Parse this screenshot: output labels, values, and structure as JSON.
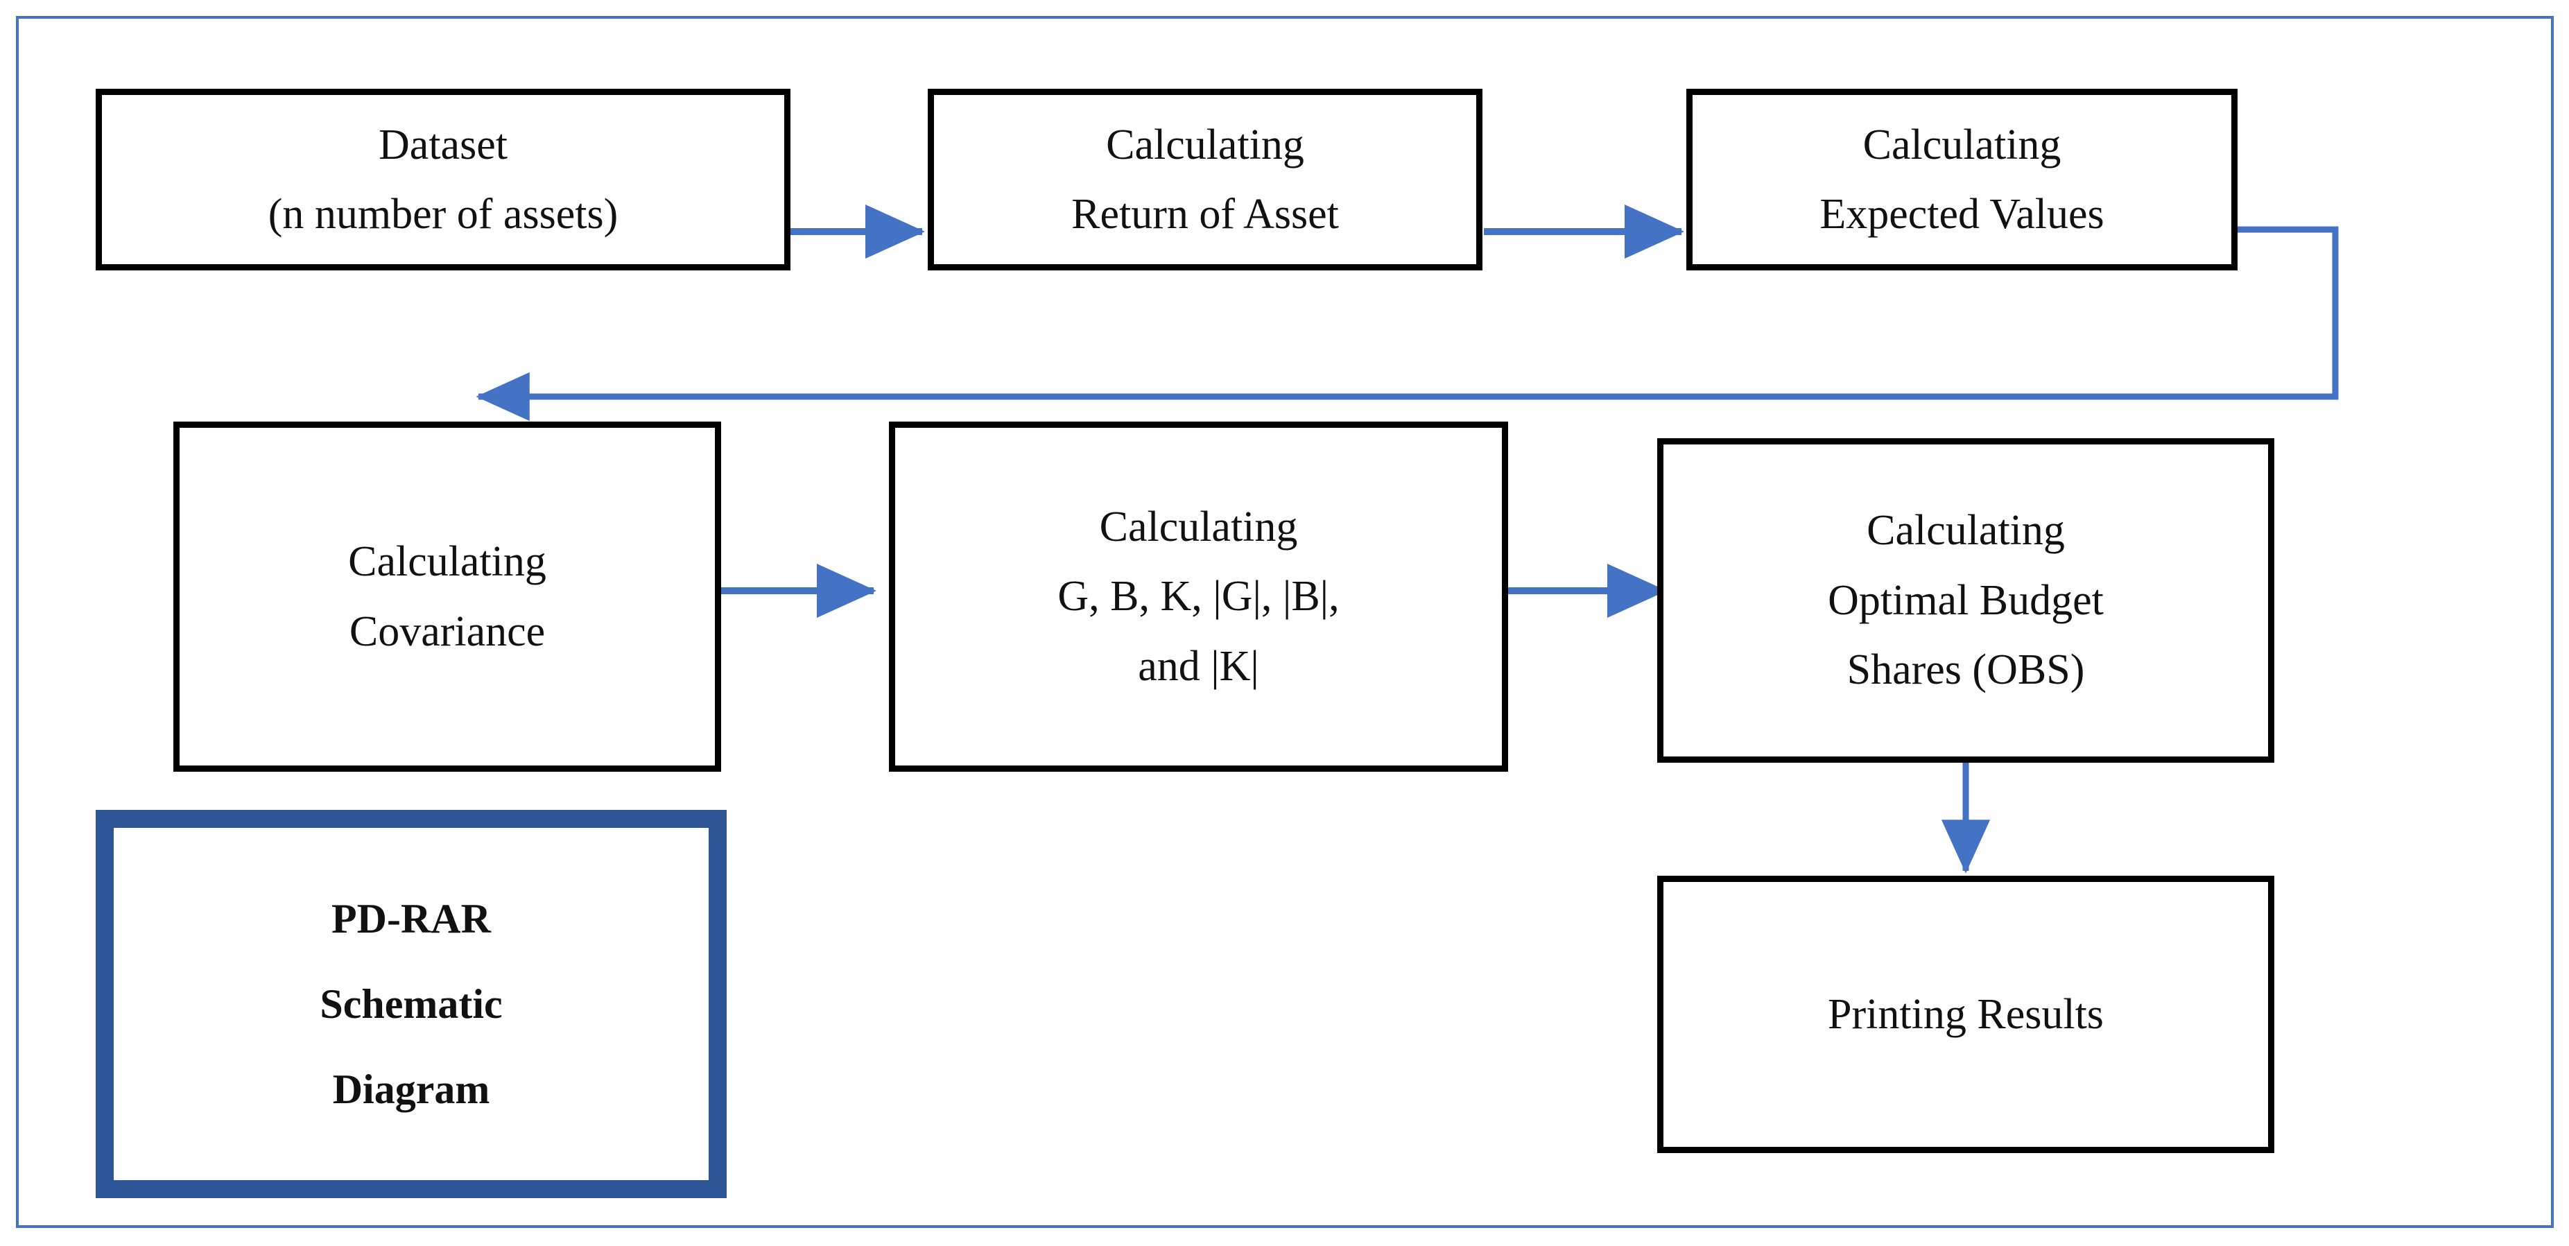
{
  "diagram": {
    "title": "PD-RAR Schematic Diagram",
    "frame_color": "#4472C4",
    "connector_color": "#4472C4",
    "node_border_color": "#000000",
    "legend_border_color": "#2E5596"
  },
  "nodes": [
    {
      "id": "dataset",
      "name": "dataset",
      "lines": [
        "Dataset",
        "(n number of assets)"
      ]
    },
    {
      "id": "return-of-asset",
      "name": "calculating-return-of-asset",
      "lines": [
        "Calculating",
        "Return of Asset"
      ]
    },
    {
      "id": "expected-values",
      "name": "calculating-expected-values",
      "lines": [
        "Calculating",
        "Expected Values"
      ]
    },
    {
      "id": "covariance",
      "name": "calculating-covariance",
      "lines": [
        "Calculating",
        "Covariance"
      ]
    },
    {
      "id": "gbk",
      "name": "calculating-g-b-k",
      "lines": [
        "Calculating",
        "G, B, K, |G|, |B|,",
        "and |K|"
      ]
    },
    {
      "id": "obs",
      "name": "calculating-optimal-budget-shares",
      "lines": [
        "Calculating",
        "Optimal Budget",
        "Shares (OBS)"
      ]
    },
    {
      "id": "printing-results",
      "name": "printing-results",
      "lines": [
        "Printing Results"
      ]
    }
  ],
  "legend": {
    "lines": [
      "PD-RAR",
      "Schematic",
      "Diagram"
    ]
  },
  "flow": {
    "edges": [
      {
        "from": "dataset",
        "to": "return-of-asset",
        "direction": "right"
      },
      {
        "from": "return-of-asset",
        "to": "expected-values",
        "direction": "right"
      },
      {
        "from": "expected-values",
        "to": "covariance",
        "direction": "wrap-left"
      },
      {
        "from": "covariance",
        "to": "gbk",
        "direction": "right"
      },
      {
        "from": "gbk",
        "to": "obs",
        "direction": "right"
      },
      {
        "from": "obs",
        "to": "printing-results",
        "direction": "down"
      }
    ]
  }
}
